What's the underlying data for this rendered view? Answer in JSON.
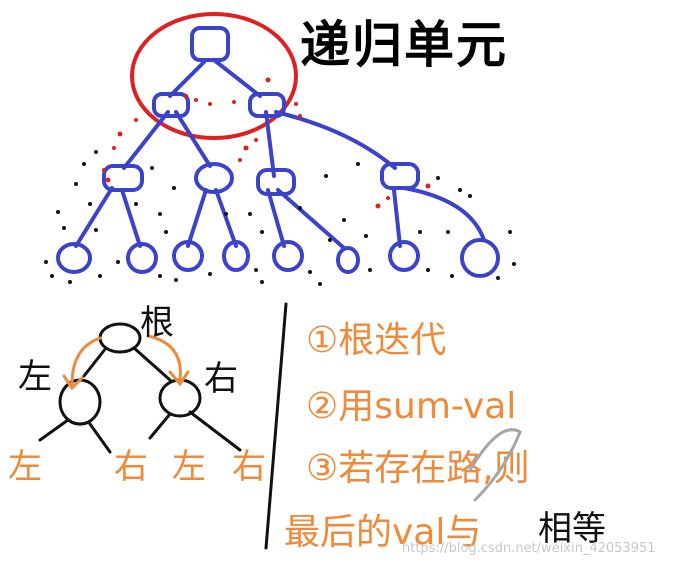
{
  "title": "递归单元",
  "root_label": "根",
  "left_label": "左",
  "right_label": "右",
  "bottom_labels": [
    "左",
    "右",
    "左",
    "右"
  ],
  "notes": {
    "line1": "①根迭代",
    "line2": "②用sum-val",
    "line3": "③若存在路,则",
    "line4": "最后的val与",
    "line4_suffix": "相等"
  },
  "watermark": "https://blog.csdn.net/weixin_42053951",
  "colors": {
    "tree_blue": "#3a43c9",
    "circle_red": "#e02020",
    "dot_red": "#e02020",
    "orange": "#ef8a3a",
    "ink": "#111111"
  }
}
